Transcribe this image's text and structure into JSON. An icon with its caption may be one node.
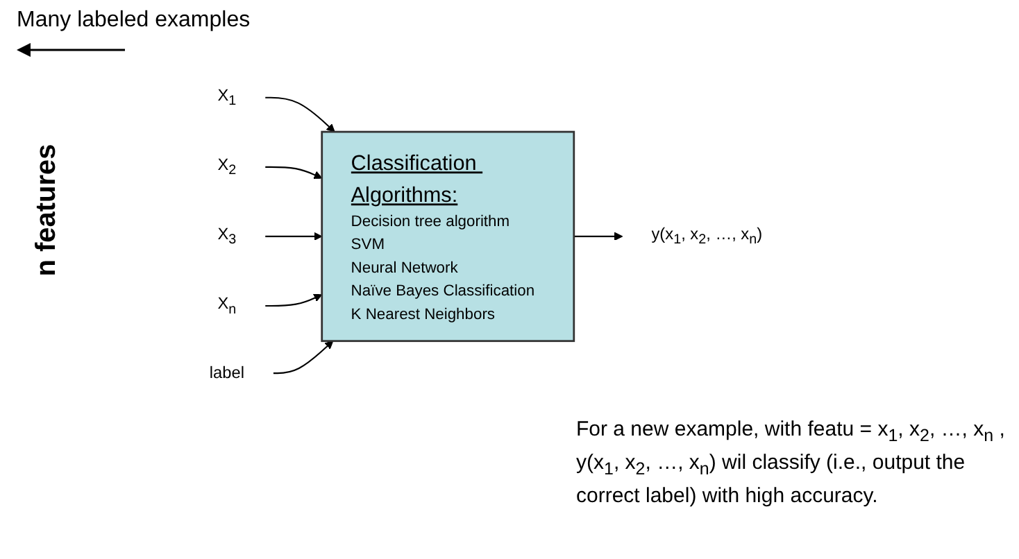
{
  "diagram": {
    "nodes": [
      {
        "text": [
          "Classification Algorithms:",
          "Decision tree algorithm",
          "SVM",
          "Neural Network",
          "Naïve Bayes Classification",
          "K Nearest Neighbors"
        ]
      },
      {
        "text": [
          "X$_{1}$"
        ]
      },
      {
        "text": [
          "X$_{2}$"
        ]
      },
      {
        "text": [
          "X$_{3}$"
        ]
      },
      {
        "text": [
          "X$_{n}$"
        ]
      },
      {
        "text": [
          "label"
        ]
      },
      {
        "text": [
          "y(x$_{1}$, x$_{2}$, …, x$_{n}$)"
        ]
      }
    ],
    "edges": [
      {
        "from": 1,
        "to": 0,
        "arrow": "to"
      },
      {
        "from": 2,
        "to": 0,
        "arrow": "to"
      },
      {
        "from": 3,
        "to": 0,
        "arrow": "to"
      },
      {
        "from": 4,
        "to": 0,
        "arrow": "to"
      },
      {
        "from": 5,
        "to": 0,
        "arrow": "to"
      },
      {
        "from": 0,
        "to": 6,
        "arrow": "to"
      }
    ],
    "labels": [
      "Many labeled examples",
      "n features",
      "For a new example, with featu = x$_{1}$, x$_{2}$, …, x$_{n}$ , y(x$_{1}$, x$_{2}$, …, x$_{n}$) wil classify (i.e., output the correct label) with high accuracy."
    ]
  }
}
